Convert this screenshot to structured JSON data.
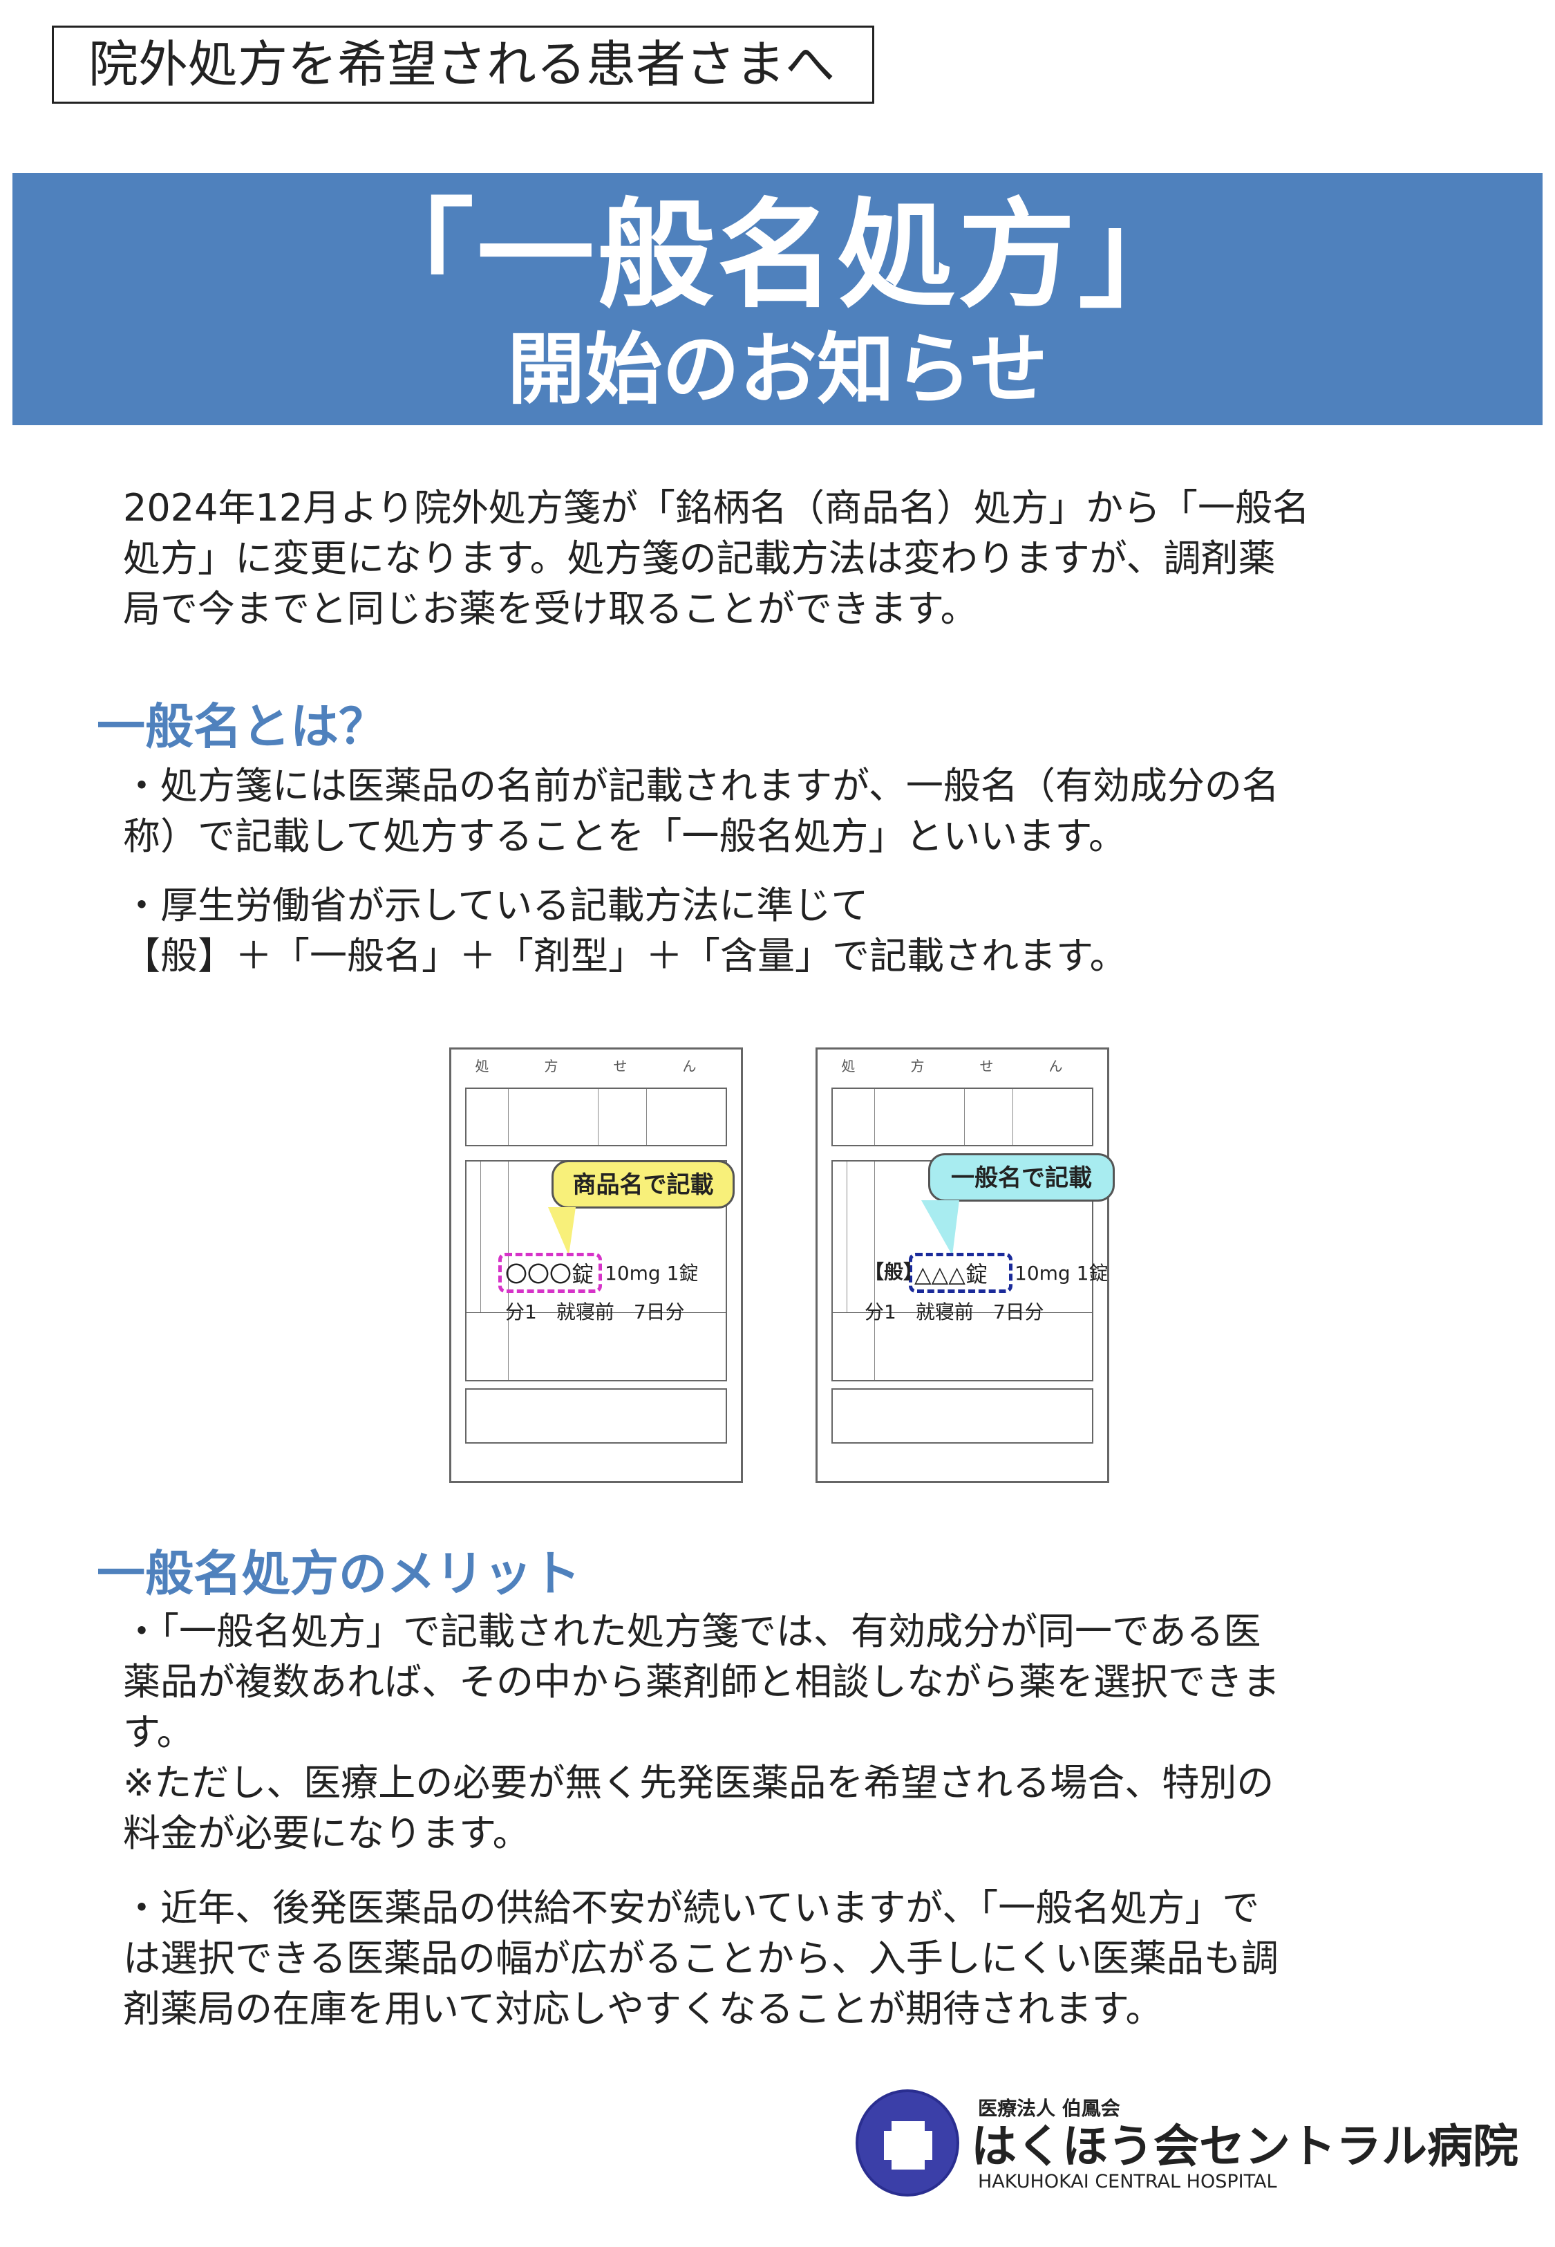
{
  "top_label": "院外処方を希望される患者さまへ",
  "banner": {
    "title": "「一般名処方」",
    "subtitle": "開始のお知らせ",
    "color": "#4f81bd"
  },
  "intro": [
    "2024年12月より院外処方箋が「銘柄名（商品名）処方」から「一般名",
    "処方」に変更になります。処方箋の記載方法は変わりますが、調剤薬",
    "局で今までと同じお薬を受け取ることができます。"
  ],
  "section1": {
    "heading": "一般名とは？",
    "bullets": [
      [
        "・処方箋には医薬品の名前が記載されますが、一般名（有効成分の名",
        "称）で記載して処方することを「一般名処方」といいます。"
      ],
      [
        "・厚生労働省が示している記載方法に準じて",
        "【般】＋「一般名」＋「剤型」＋「含量」で記載されます。"
      ]
    ]
  },
  "figure": {
    "left": {
      "form_title": "処　方　せ　ん",
      "callout": "商品名で記載",
      "drug": "〇〇〇錠",
      "dose": "10mg 1錠",
      "usage": "分1　就寝前　7日分",
      "callout_color": "#f8f07a",
      "highlight_color": "#d633c8"
    },
    "right": {
      "form_title": "処　方　せ　ん",
      "callout": "一般名で記載",
      "prefix": "【般】",
      "drug": "△△△錠",
      "dose": "10mg 1錠",
      "usage": "分1　就寝前　7日分",
      "callout_color": "#a8ecf0",
      "highlight_color": "#1a2a9a"
    }
  },
  "section2": {
    "heading": "一般名処方のメリット",
    "bullets": [
      [
        "・「一般名処方」で記載された処方箋では、有効成分が同一である医",
        "薬品が複数あれば、その中から薬剤師と相談しながら薬を選択できま",
        "す。",
        "※ただし、医療上の必要が無く先発医薬品を希望される場合、特別の",
        "料金が必要になります。"
      ],
      [
        "・近年、後発医薬品の供給不安が続いていますが、「一般名処方」で",
        "は選択できる医薬品の幅が広がることから、入手しにくい医薬品も調",
        "剤薬局の在庫を用いて対応しやすくなることが期待されます。"
      ]
    ]
  },
  "logo": {
    "corp": "医療法人 伯鳳会",
    "name": "はくほう会セントラル病院",
    "english": "HAKUHOKAI CENTRAL HOSPITAL",
    "color": "#3b3fa8"
  }
}
